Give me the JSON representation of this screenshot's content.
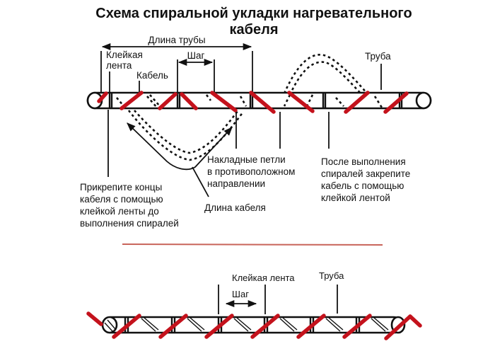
{
  "title": {
    "line1": "Схема спиральной укладки нагревательного",
    "line2": "кабеля"
  },
  "top_diagram": {
    "labels": {
      "pipe_length": "Длина трубы",
      "tape_line1": "Клейкая",
      "tape_line2": "лента",
      "cable": "Кабель",
      "step": "Шаг",
      "pipe": "Труба",
      "loops_line1": "Накладные петли",
      "loops_line2": "в противоположном",
      "loops_line3": "направлении",
      "cable_length": "Длина кабеля",
      "fix_ends_line1": "Прикрепите концы",
      "fix_ends_line2": "кабеля с помощью",
      "fix_ends_line3": "клейкой ленты до",
      "fix_ends_line4": "выполнения спиралей",
      "after_line1": "После выполнения",
      "after_line2": "спиралей закрепите",
      "after_line3": "кабель с помощью",
      "after_line4": "клейкой лентой"
    }
  },
  "bottom_diagram": {
    "labels": {
      "tape": "Клейкая лента",
      "pipe": "Труба",
      "step": "Шаг"
    }
  },
  "colors": {
    "tape": "#c4121c",
    "outline": "#111111",
    "divider": "#c8645a"
  }
}
